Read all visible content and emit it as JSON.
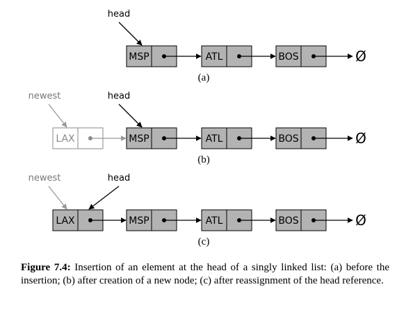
{
  "rows": [
    {
      "subcaption": "(a)",
      "labels": [
        {
          "key": "head",
          "text": "head"
        }
      ],
      "nodes": [
        {
          "label": "MSP",
          "faded": false
        },
        {
          "label": "ATL",
          "faded": false
        },
        {
          "label": "BOS",
          "faded": false
        }
      ],
      "null_symbol": "Ø"
    },
    {
      "subcaption": "(b)",
      "labels": [
        {
          "key": "newest",
          "text": "newest"
        },
        {
          "key": "head",
          "text": "head"
        }
      ],
      "nodes": [
        {
          "label": "LAX",
          "faded": true
        },
        {
          "label": "MSP",
          "faded": false
        },
        {
          "label": "ATL",
          "faded": false
        },
        {
          "label": "BOS",
          "faded": false
        }
      ],
      "null_symbol": "Ø"
    },
    {
      "subcaption": "(c)",
      "labels": [
        {
          "key": "newest",
          "text": "newest"
        },
        {
          "key": "head",
          "text": "head"
        }
      ],
      "nodes": [
        {
          "label": "LAX",
          "faded": false
        },
        {
          "label": "MSP",
          "faded": false
        },
        {
          "label": "ATL",
          "faded": false
        },
        {
          "label": "BOS",
          "faded": false
        }
      ],
      "null_symbol": "Ø"
    }
  ],
  "caption": {
    "label": "Figure 7.4:",
    "text": " Insertion of an element at the head of a singly linked list: (a) before the insertion; (b) after creation of a new node; (c) after reassignment of the head reference."
  },
  "colors": {
    "node_fill": "#b3b3b3",
    "faded_stroke": "#888888",
    "newest_arrow": "#999999"
  }
}
